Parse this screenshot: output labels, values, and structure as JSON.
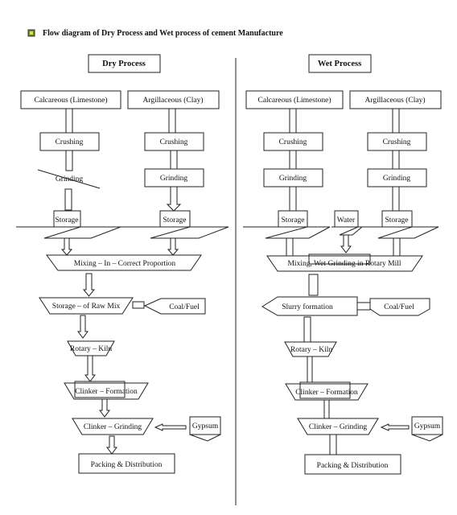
{
  "title": "Flow diagram of Dry Process and Wet process of cement Manufacture",
  "dry": {
    "header": "Dry Process",
    "calcareous": "Calcareous (Limestone)",
    "argillaceous": "Argillaceous (Clay)",
    "crushing_left": "Crushing",
    "crushing_right": "Crushing",
    "grinding_left": "Grinding",
    "grinding_right": "Grinding",
    "storage_left": "Storage",
    "storage_right": "Storage",
    "mixing": "Mixing – In – Correct Proportion",
    "storage_raw": "Storage – of Raw Mix",
    "coal": "Coal/Fuel",
    "kiln": "Rotary – Kiln",
    "clinker_formation": "Clinker – Formation",
    "clinker_grinding": "Clinker – Grinding",
    "gypsum": "Gypsum",
    "packing": "Packing & Distribution"
  },
  "wet": {
    "header": "Wet Process",
    "calcareous": "Calcareous (Limestone)",
    "argillaceous": "Argillaceous (Clay)",
    "crushing_left": "Crushing",
    "crushing_right": "Crushing",
    "grinding_left": "Grinding",
    "grinding_right": "Grinding",
    "storage_left": "Storage",
    "water": "Water",
    "storage_right": "Storage",
    "mixing": "Mixing, Wet Grinding in Rotary Mill",
    "slurry": "Slurry formation",
    "coal": "Coal/Fuel",
    "kiln": "Rotary – Kiln",
    "clinker_formation": "Clinker – Formation",
    "clinker_grinding": "Clinker – Grinding",
    "gypsum": "Gypsum",
    "packing": "Packing & Distribution"
  }
}
